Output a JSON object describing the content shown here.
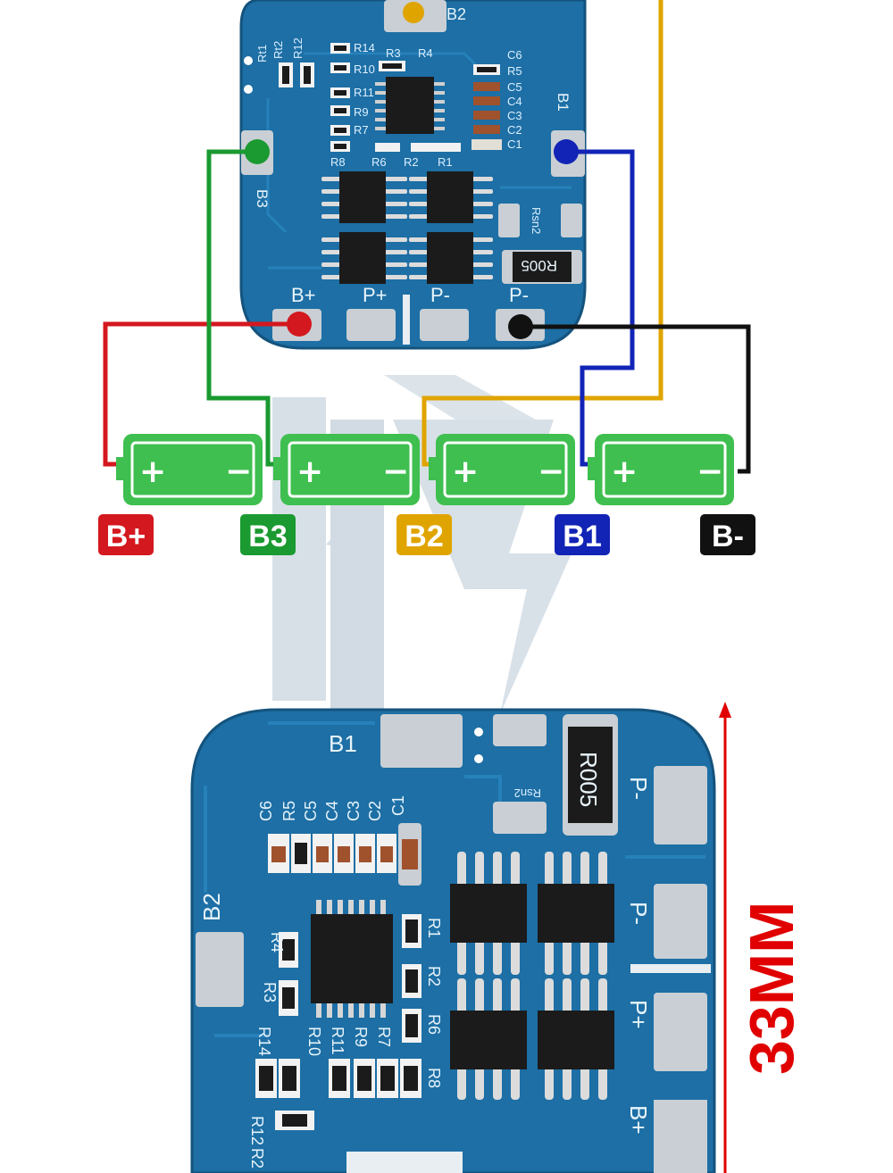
{
  "colors": {
    "pcb": "#1d6fa5",
    "pcb_edge": "#14537d",
    "pad": "#c9cfd4",
    "chip": "#1b1b1b",
    "battery": "#3fbf4f",
    "battery_edge": "#2f9b3d",
    "wire_red": "#d4181f",
    "wire_green": "#1a9a30",
    "wire_yellow": "#e0a400",
    "wire_blue": "#1224b5",
    "wire_black": "#111111",
    "dimension": "#e00000"
  },
  "top_board": {
    "labels": {
      "b2": "B2",
      "b1": "B1",
      "b3": "B3",
      "bplus": "B+",
      "pplus": "P+",
      "pminus": "P-",
      "pminus_right": "P-",
      "rsn2": "Rsn2",
      "r005": "R005"
    },
    "component_labels": [
      "Rt1",
      "Rt2",
      "R12",
      "R14",
      "R3",
      "R4",
      "R10",
      "R11",
      "R9",
      "R7",
      "R8",
      "R6",
      "R2",
      "R1",
      "C6",
      "R5",
      "C5",
      "C4",
      "C3",
      "C2",
      "C1"
    ]
  },
  "batteries": [
    {
      "plus": "+",
      "minus": "−"
    },
    {
      "plus": "+",
      "minus": "−"
    },
    {
      "plus": "+",
      "minus": "−"
    },
    {
      "plus": "+",
      "minus": "−"
    }
  ],
  "terminal_badges": [
    {
      "label": "B+",
      "color": "#d4181f"
    },
    {
      "label": "B3",
      "color": "#1a9a30"
    },
    {
      "label": "B2",
      "color": "#e0a400"
    },
    {
      "label": "B1",
      "color": "#1224b5"
    },
    {
      "label": "B-",
      "color": "#111111"
    }
  ],
  "bottom_board": {
    "labels": {
      "b1": "B1",
      "b2": "B2",
      "pminus_top": "P-",
      "pminus": "P-",
      "pplus": "P+",
      "bplus": "B+",
      "rsn2": "Rsn2",
      "r005": "R005"
    },
    "component_labels": [
      "C6",
      "R5",
      "C5",
      "C4",
      "C3",
      "C2",
      "C1",
      "R4",
      "R3",
      "R14",
      "R10",
      "R11",
      "R9",
      "R7",
      "R1",
      "R2",
      "R6",
      "R8",
      "R12",
      "R2"
    ]
  },
  "dimension_label": "33MM"
}
